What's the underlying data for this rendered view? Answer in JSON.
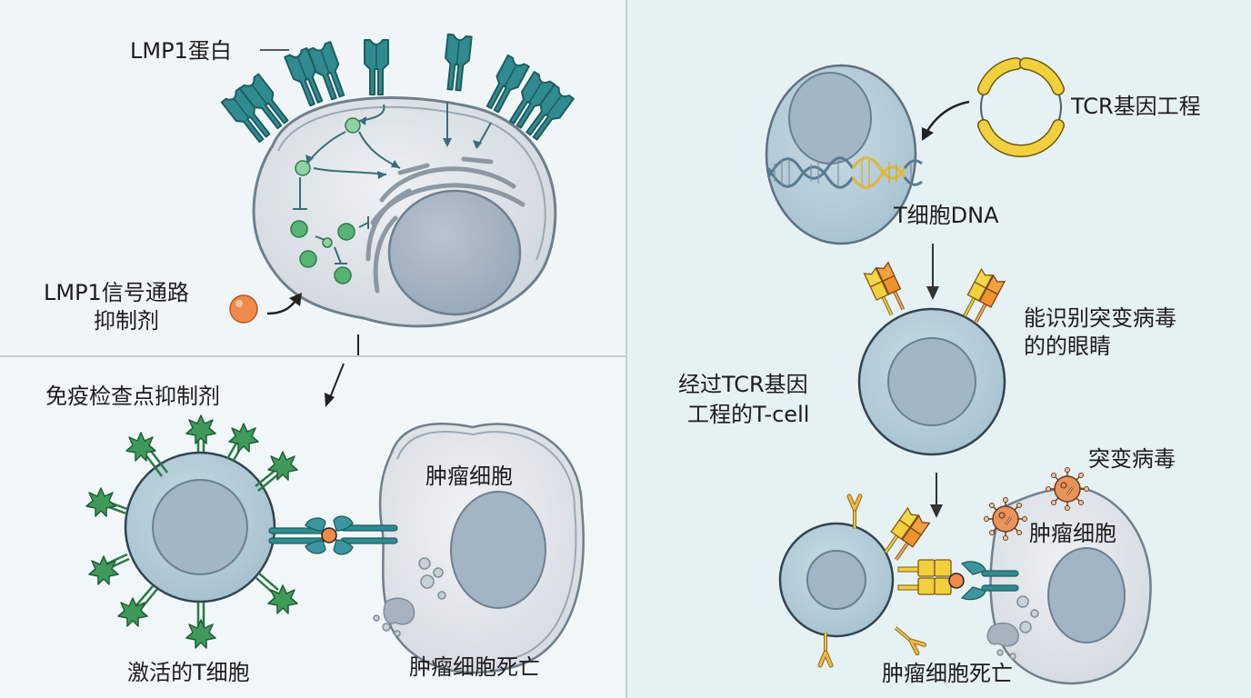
{
  "colors": {
    "receptor_teal": "#2e8a8e",
    "cell_gray": "#d7dde3",
    "tcell_blue": "#a9c6d3",
    "nucleus": "#9fb1c1",
    "star_green": "#3f9a5a",
    "inhibitor_orange": "#ef8a4a",
    "tcr_yellow": "#f2cf3c",
    "tcr_orange": "#f0932e",
    "virus_orange": "#e9925a"
  },
  "panel_a": {
    "lmp1_protein_label": "LMP1蛋白",
    "inhibitor_label_line1": "LMP1信号通路",
    "inhibitor_label_line2": "抑制剂"
  },
  "panel_b": {
    "checkpoint_label": "免疫检查点抑制剂",
    "tumor_cell_label": "肿瘤细胞",
    "activated_tcell_label": "激活的T细胞",
    "tumor_death_label": "肿瘤细胞死亡"
  },
  "panel_c": {
    "tcr_engineering_label": "TCR基因工程",
    "tcell_dna_label": "T细胞DNA",
    "eyes_label_line1": "能识别突变病毒",
    "eyes_label_line2": "的的眼睛",
    "engineered_tcell_line1": "经过TCR基因",
    "engineered_tcell_line2": "工程的T-cell",
    "mutant_virus_label": "突变病毒",
    "tumor_cell_label": "肿瘤细胞",
    "tumor_death_label": "肿瘤细胞死亡"
  }
}
